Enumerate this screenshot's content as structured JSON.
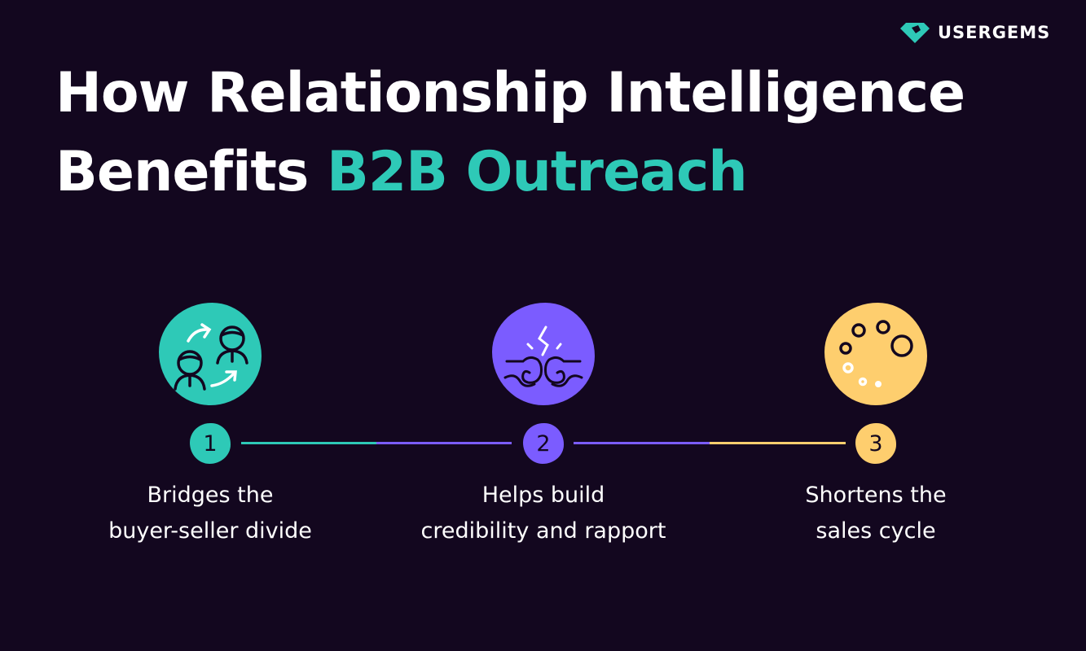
{
  "brand": {
    "name": "USERGEMS",
    "logo_icon": "gem-icon",
    "colors": {
      "background": "#13071f",
      "teal": "#2ec9b7",
      "purple": "#7b5cff",
      "yellow": "#fece6e",
      "white": "#ffffff"
    }
  },
  "title": {
    "line1": "How Relationship Intelligence",
    "line2_plain": "Benefits ",
    "line2_accent": "B2B Outreach"
  },
  "steps": [
    {
      "number": "1",
      "icon": "people-exchange-icon",
      "color": "#2ec9b7",
      "caption_line1": "Bridges the",
      "caption_line2": "buyer-seller divide"
    },
    {
      "number": "2",
      "icon": "fist-bump-icon",
      "color": "#7b5cff",
      "caption_line1": "Helps build",
      "caption_line2": "credibility and rapport"
    },
    {
      "number": "3",
      "icon": "loading-circles-icon",
      "color": "#fece6e",
      "caption_line1": "Shortens the",
      "caption_line2": "sales cycle"
    }
  ]
}
